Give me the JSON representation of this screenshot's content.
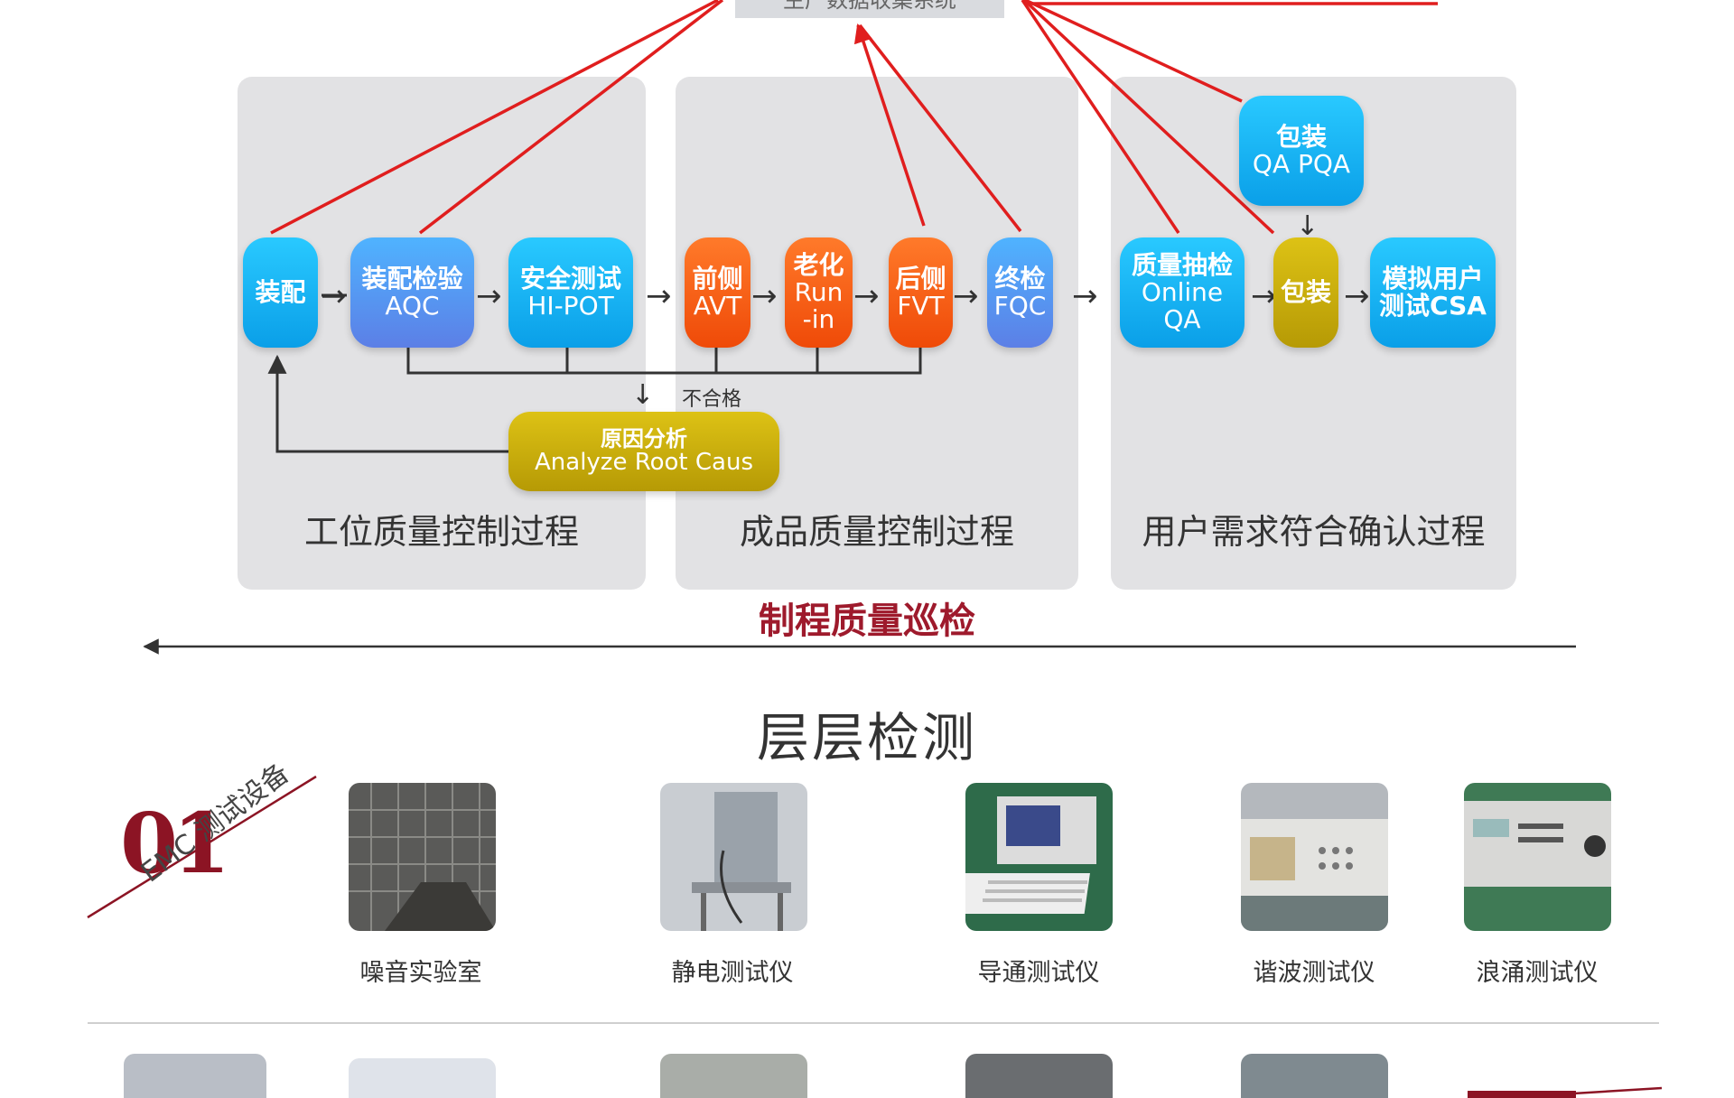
{
  "header": {
    "top_box_text": "生产数据收集系统",
    "route_title": "制程质量巡检",
    "section_title": "层层检测"
  },
  "panels": [
    {
      "title": "工位质量控制过程"
    },
    {
      "title": "成品质量控制过程"
    },
    {
      "title": "用户需求符合确认过程"
    }
  ],
  "nodes": {
    "assembly": {
      "l1": "装配"
    },
    "assembly_check": {
      "l1": "装配检验",
      "l2": "AQC"
    },
    "safety_test": {
      "l1": "安全测试",
      "l2": "HI-POT"
    },
    "front_avt": {
      "l1": "前侧",
      "l2": "AVT"
    },
    "aging": {
      "l1": "老化",
      "l2": "Run",
      "l3": "-in"
    },
    "rear_fvt": {
      "l1": "后侧",
      "l2": "FVT"
    },
    "final_fqc": {
      "l1": "终检",
      "l2": "FQC"
    },
    "online_qa": {
      "l1": "质量抽检",
      "l2": "Online",
      "l3": "QA"
    },
    "packaging": {
      "l1": "包装"
    },
    "pack_qa": {
      "l1": "包装",
      "l2": "QA PQA"
    },
    "csa": {
      "l1": "模拟用户",
      "l2": "测试CSA"
    },
    "root_cause": {
      "l1": "原因分析",
      "l2": "Analyze Root Caus"
    }
  },
  "fail_label": "不合格",
  "badge": {
    "number": "01",
    "text": "EMC 测试设备"
  },
  "equipment": [
    {
      "label": "噪音实验室"
    },
    {
      "label": "静电测试仪"
    },
    {
      "label": "导通测试仪"
    },
    {
      "label": "谐波测试仪"
    },
    {
      "label": "浪涌测试仪"
    }
  ],
  "colors": {
    "red_line": "#e01e1e",
    "flow_line": "#333333",
    "route_title": "#9e1a2c",
    "badge": "#8c1424"
  }
}
